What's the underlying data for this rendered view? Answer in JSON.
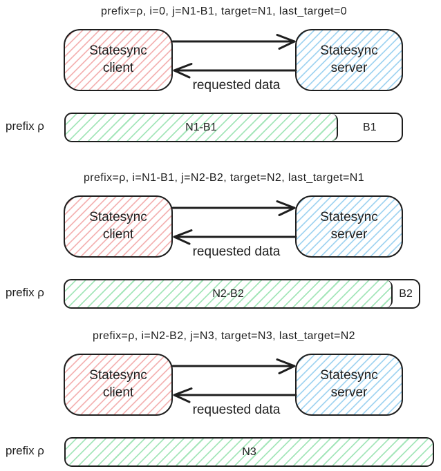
{
  "diagram": {
    "stroke_color": "#1e1e1e",
    "client_hatch_color": "#f4b4b4",
    "server_hatch_color": "#a3d5f1",
    "bar_hatch_color": "#a5e6ba",
    "background_color": "#ffffff"
  },
  "sections": [
    {
      "title": "prefix=ρ, i=0, j=N1-B1, target=N1, last_target=0",
      "client_label": "Statesync\nclient",
      "server_label": "Statesync\nserver",
      "request_arrow_label": "requested data",
      "bar": {
        "prefix_label": "prefix ρ",
        "synced_label": "N1-B1",
        "remaining_label": "B1",
        "synced_percent": 81
      }
    },
    {
      "title": "prefix=ρ, i=N1-B1, j=N2-B2, target=N2, last_target=N1",
      "client_label": "Statesync\nclient",
      "server_label": "Statesync\nserver",
      "request_arrow_label": "requested data",
      "bar": {
        "prefix_label": "prefix ρ",
        "synced_label": "N2-B2",
        "remaining_label": "B2",
        "synced_percent": 92.6
      }
    },
    {
      "title": "prefix=ρ, i=N2-B2, j=N3, target=N3, last_target=N2",
      "client_label": "Statesync\nclient",
      "server_label": "Statesync\nserver",
      "request_arrow_label": "requested data",
      "bar": {
        "prefix_label": "prefix ρ",
        "synced_label": "N3",
        "remaining_label": "",
        "synced_percent": 100
      }
    }
  ]
}
